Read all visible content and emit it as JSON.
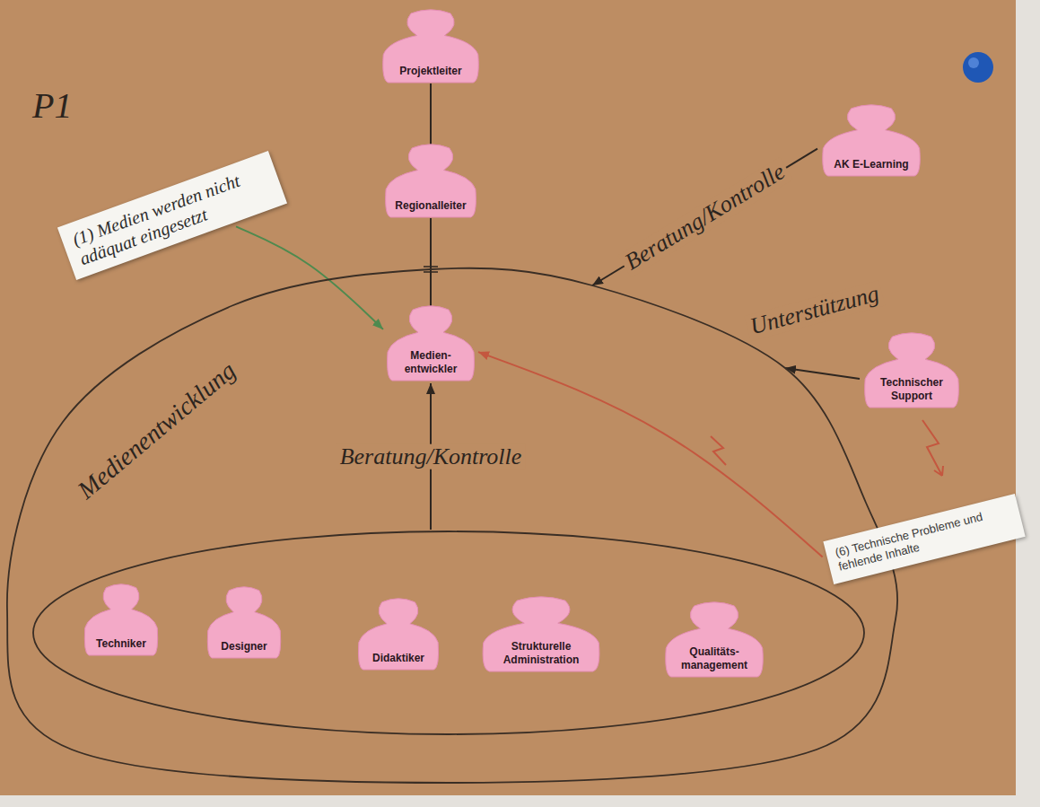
{
  "diagram": {
    "nodes": [
      {
        "text": [
          "Projektleiter"
        ]
      },
      {
        "text": [
          "AK E-Learning"
        ]
      },
      {
        "text": [
          "Regionalleiter"
        ]
      },
      {
        "text": [
          "(1) Medien werden nicht adäquat eingesetzt"
        ]
      },
      {
        "text": [
          "Medienentwicklung"
        ]
      },
      {
        "text": [
          "Medien- entwickler"
        ],
        "in": 4
      },
      {
        "text": [
          "Technischer Support"
        ]
      },
      {
        "text": [],
        "in": 4
      },
      {
        "text": [
          "Techniker"
        ],
        "in": 7
      },
      {
        "text": [
          "Designer"
        ],
        "in": 7
      },
      {
        "text": [
          "Didaktiker"
        ],
        "in": 7
      },
      {
        "text": [
          "Strukturelle Administration"
        ],
        "in": 7
      },
      {
        "text": [
          "Qualitäts- management"
        ],
        "in": 7
      },
      {
        "text": [
          "(6) Technische Probleme und fehlende Inhalte"
        ]
      }
    ],
    "edges": [
      {
        "from": 0,
        "to": 2,
        "arrow": "none"
      },
      {
        "from": 2,
        "to": 5,
        "arrow": "none"
      },
      {
        "from": 1,
        "to": 4,
        "label": "Beratung/Kontrolle",
        "arrow": "to"
      },
      {
        "from": 3,
        "to": 5,
        "arrow": "to"
      },
      {
        "from": 6,
        "to": 4,
        "label": "Unterstützung",
        "arrow": "to"
      },
      {
        "from": 7,
        "to": 5,
        "label": "Beratung/Kontrolle",
        "arrow": "to"
      },
      {
        "from": 13,
        "to": 5,
        "arrow": "to"
      }
    ],
    "labels": [
      "P1"
    ]
  }
}
